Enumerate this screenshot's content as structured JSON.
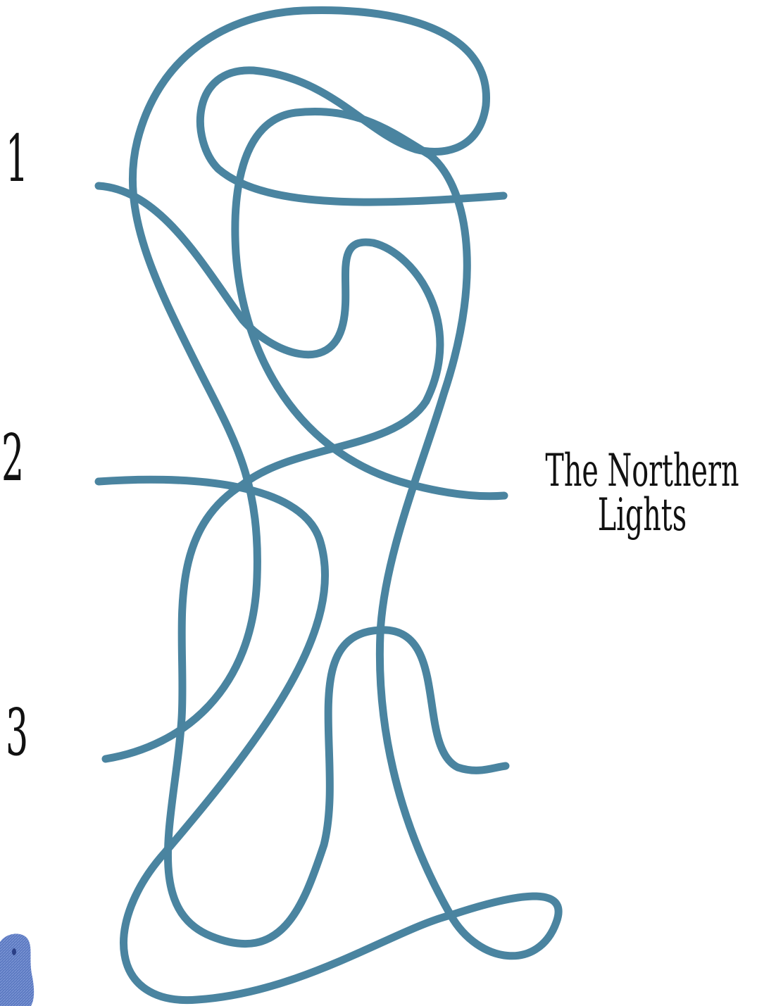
{
  "puzzle": {
    "start_labels": [
      "1",
      "2",
      "3"
    ],
    "destination_label": "The Northern\nLights",
    "line_color": "#4a84a0"
  }
}
